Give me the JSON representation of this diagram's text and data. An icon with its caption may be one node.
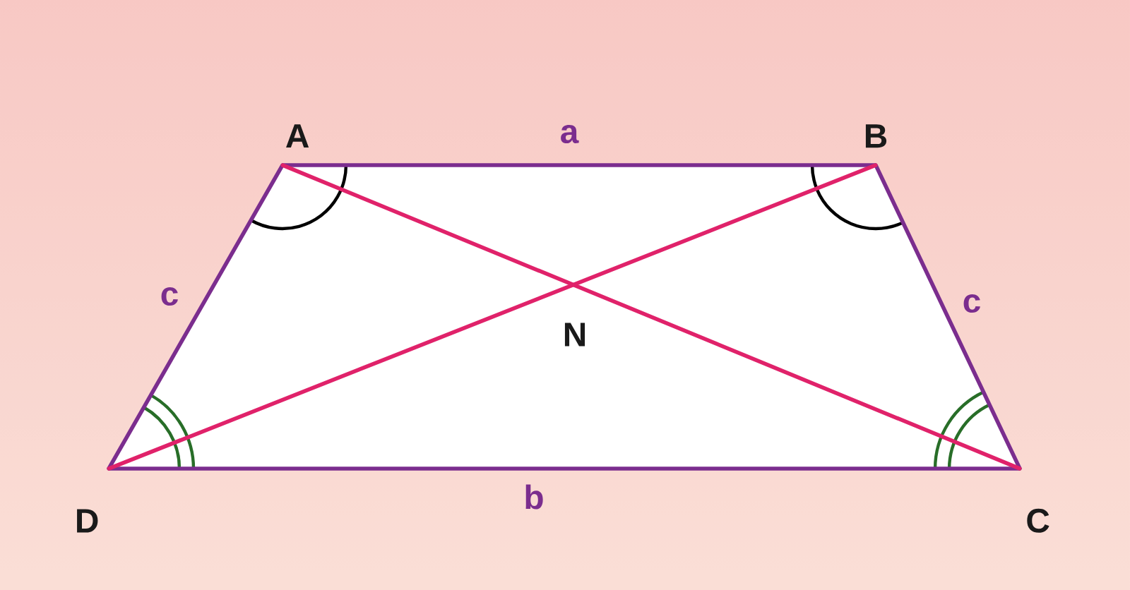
{
  "diagram": {
    "nodes": [
      {
        "text": [
          "A"
        ]
      },
      {
        "text": [
          "B"
        ]
      },
      {
        "text": [
          "C"
        ]
      },
      {
        "text": [
          "D"
        ]
      }
    ],
    "edges": [
      {
        "from": 0,
        "to": 1,
        "arrow": "none",
        "label": "a"
      },
      {
        "from": 1,
        "to": 2,
        "arrow": "none",
        "label": "c"
      },
      {
        "from": 2,
        "to": 3,
        "arrow": "none",
        "label": "b"
      },
      {
        "from": 3,
        "to": 0,
        "arrow": "none",
        "label": "c"
      },
      {
        "from": 0,
        "to": 2,
        "arrow": "none",
        "color": "#e0226a"
      },
      {
        "from": 1,
        "to": 3,
        "arrow": "none",
        "color": "#e0226a"
      }
    ],
    "labels": [
      "N"
    ]
  }
}
